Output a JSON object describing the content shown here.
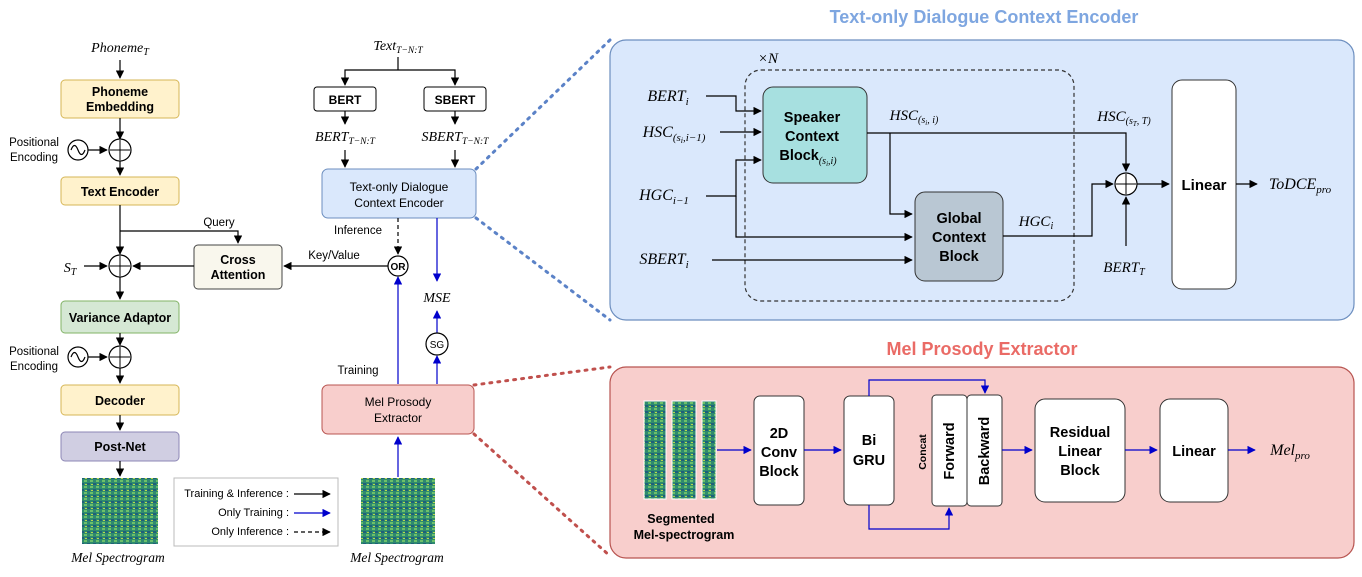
{
  "left": {
    "phoneme_t": "Phoneme",
    "phoneme_t_sub": "T",
    "phoneme_embedding": [
      "Phoneme",
      "Embedding"
    ],
    "positional_encoding": [
      "Positional",
      "Encoding"
    ],
    "text_encoder": "Text Encoder",
    "query": "Query",
    "s_t": "S",
    "s_t_sub": "T",
    "cross_attention": [
      "Cross",
      "Attention"
    ],
    "key_value": "Key/Value",
    "or_label": "OR",
    "variance_adaptor": "Variance Adaptor",
    "decoder": "Decoder",
    "postnet": "Post-Net",
    "mel_spectrogram": "Mel Spectrogram"
  },
  "middle": {
    "text_input": "Text",
    "text_input_sub": "T−N:T",
    "bert": "BERT",
    "sbert": "SBERT",
    "bert_out": "BERT",
    "bert_out_sub": "T−N:T",
    "sbert_out": "SBERT",
    "sbert_out_sub": "T−N:T",
    "todce": [
      "Text-only Dialogue",
      "Context Encoder"
    ],
    "inference": "Inference",
    "mse": "MSE",
    "sg": "SG",
    "training": "Training",
    "mpe": [
      "Mel Prosody",
      "Extractor"
    ],
    "mel_spectrogram": "Mel Spectrogram"
  },
  "legend": {
    "training_inference": "Training & Inference :",
    "only_training": "Only Training :",
    "only_inference": "Only Inference :"
  },
  "top_panel": {
    "title": "Text-only Dialogue Context Encoder",
    "repeat": "×N",
    "bert_i": "BERT",
    "bert_i_sub": "i",
    "hsc_prev": "HSC",
    "hsc_prev_sub": "(s",
    "hsc_prev_sub2": "i",
    "hsc_prev_sub3": ",i−1)",
    "hgc_prev": "HGC",
    "hgc_prev_sub": "i−1",
    "sbert_i": "SBERT",
    "sbert_i_sub": "i",
    "speaker_block": [
      "Speaker",
      "Context",
      "Block"
    ],
    "speaker_block_sub": "(s",
    "speaker_block_sub2": "i",
    "speaker_block_sub3": ",i)",
    "hsc_out": "HSC",
    "hsc_out_sub": "(s",
    "hsc_out_sub2": "i",
    "hsc_out_sub3": ", i)",
    "global_block": [
      "Global",
      "Context",
      "Block"
    ],
    "hgc_out": "HGC",
    "hgc_out_sub": "i",
    "hsc_t": "HSC",
    "hsc_t_sub": "(s",
    "hsc_t_sub2": "T",
    "hsc_t_sub3": ", T)",
    "bert_t": "BERT",
    "bert_t_sub": "T",
    "linear": "Linear",
    "output": "ToDCE",
    "output_sub": "pro"
  },
  "bottom_panel": {
    "title": "Mel Prosody Extractor",
    "segmented": [
      "Segmented",
      "Mel-spectrogram"
    ],
    "conv": [
      "2D",
      "Conv",
      "Block"
    ],
    "bigru": [
      "Bi",
      "GRU"
    ],
    "concat": "Concat",
    "forward": "Forward",
    "backward": "Backward",
    "residual": [
      "Residual",
      "Linear",
      "Block"
    ],
    "linear": "Linear",
    "output": "Mel",
    "output_sub": "pro"
  },
  "colors": {
    "yellow_fill": "#fff2cc",
    "yellow_stroke": "#d6b656",
    "green_fill": "#d5e8d4",
    "green_stroke": "#82b366",
    "purple_fill": "#d0cee2",
    "purple_stroke": "#8d87b5",
    "blue_fill": "#dae8fc",
    "blue_stroke": "#6c8ebf",
    "red_fill": "#f8cecc",
    "red_stroke": "#b85450",
    "cream_fill": "#f9f7ed",
    "teal_fill": "#a7e0e0",
    "slate_fill": "#b9c7d3",
    "blue_title": "#7ea6e0",
    "red_title": "#ea6b66",
    "arrow_blue": "#0000cc"
  }
}
